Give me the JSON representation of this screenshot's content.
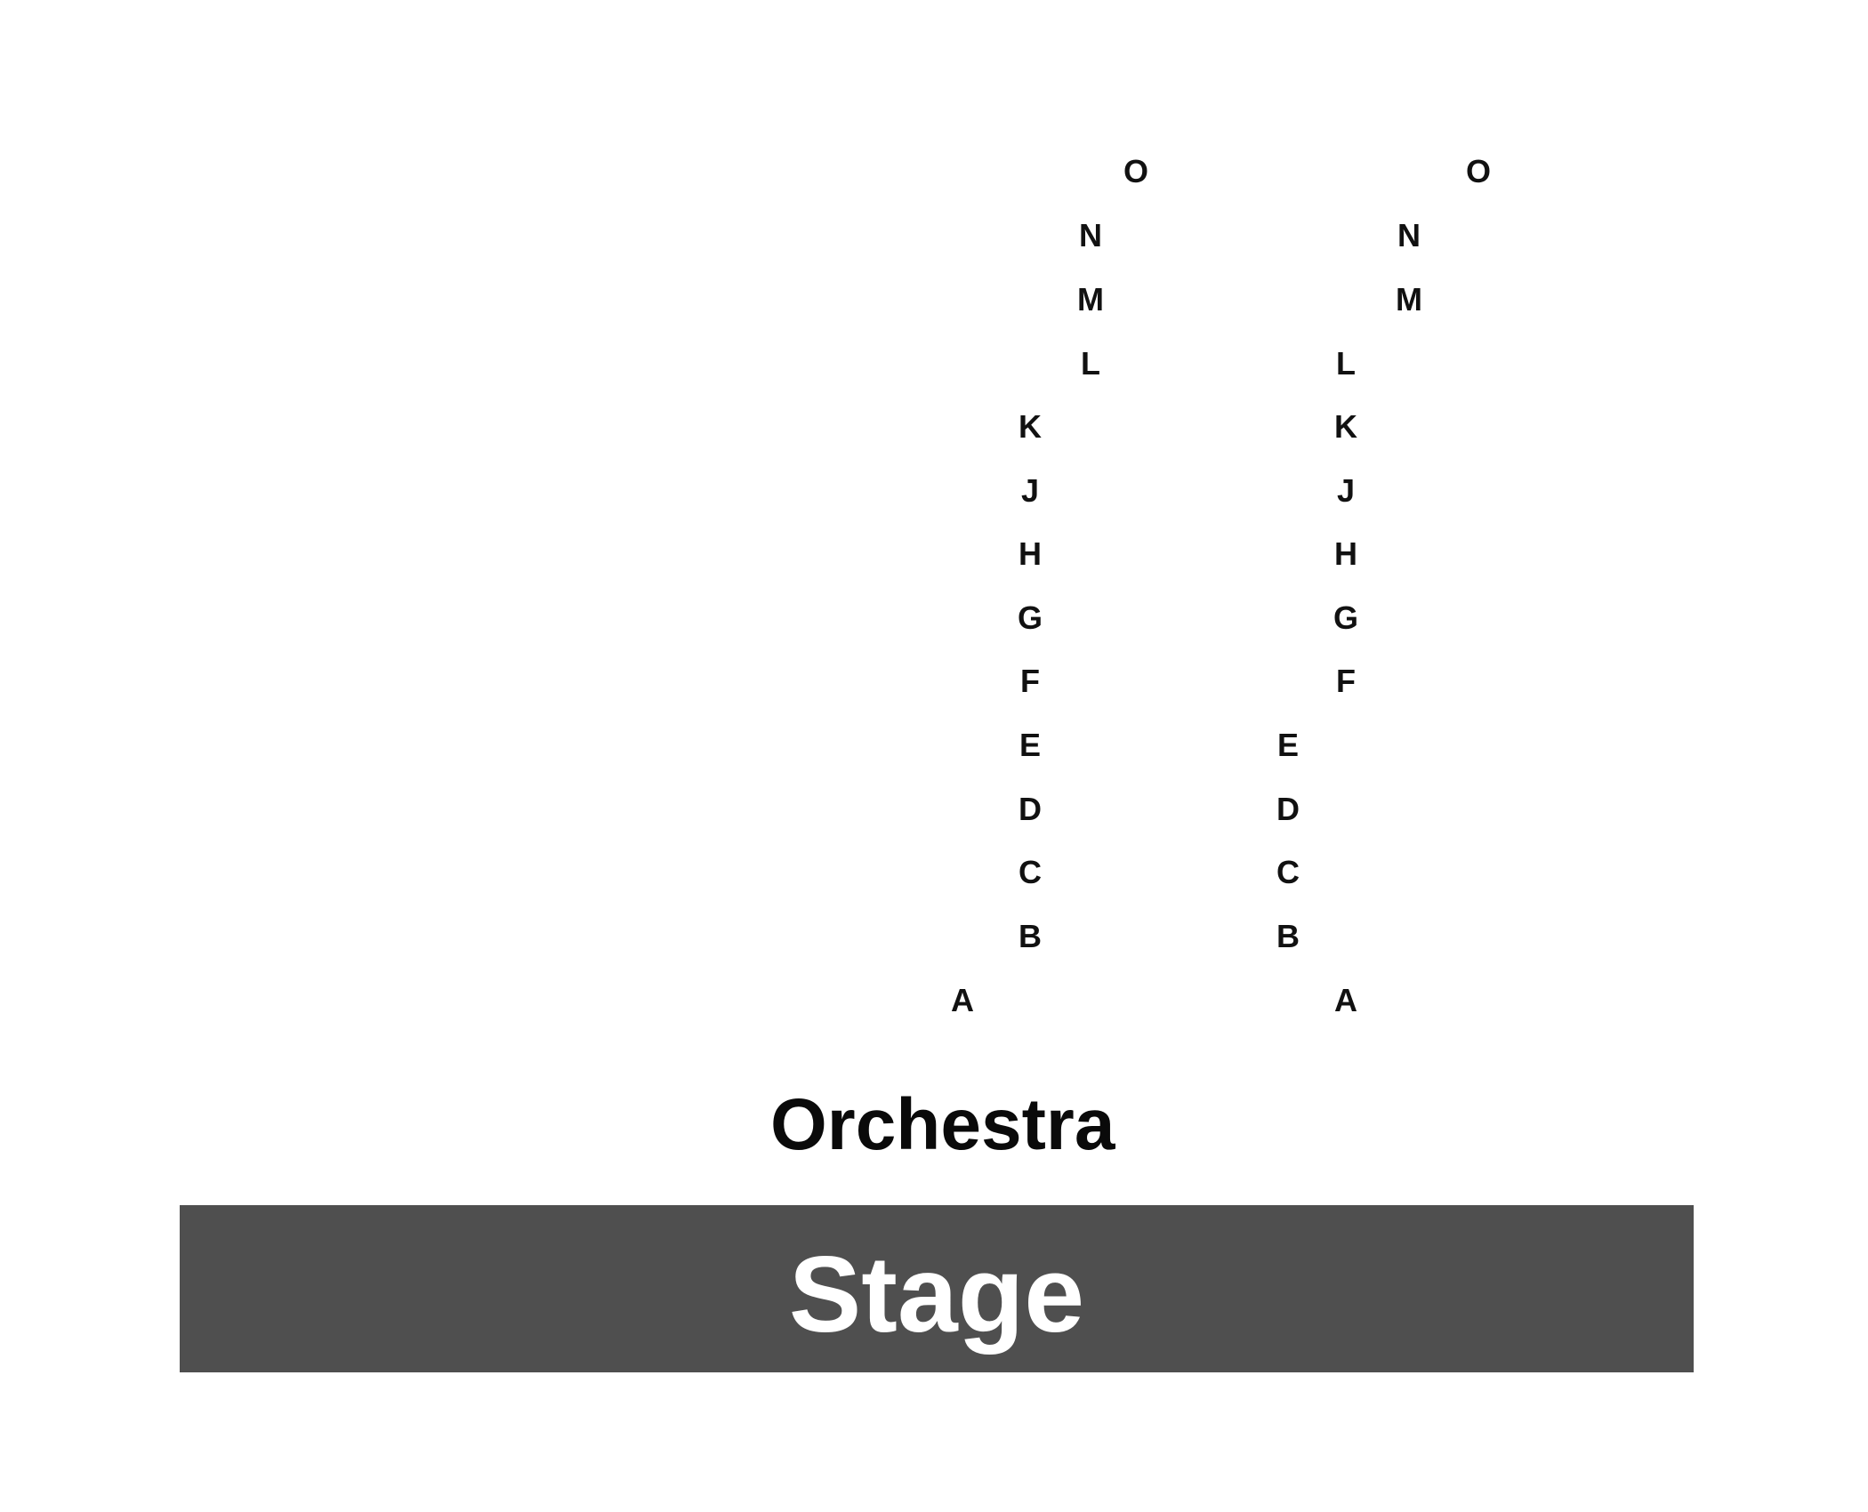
{
  "section": {
    "label": "Orchestra"
  },
  "stage": {
    "label": "Stage",
    "color": "#4f4f4f"
  },
  "rows": {
    "left_aisle": [
      "O",
      "N",
      "M",
      "L",
      "K",
      "J",
      "H",
      "G",
      "F",
      "E",
      "D",
      "C",
      "B",
      "A"
    ],
    "right_aisle": [
      "O",
      "N",
      "M",
      "L",
      "K",
      "J",
      "H",
      "G",
      "F",
      "E",
      "D",
      "C",
      "B",
      "A"
    ]
  }
}
